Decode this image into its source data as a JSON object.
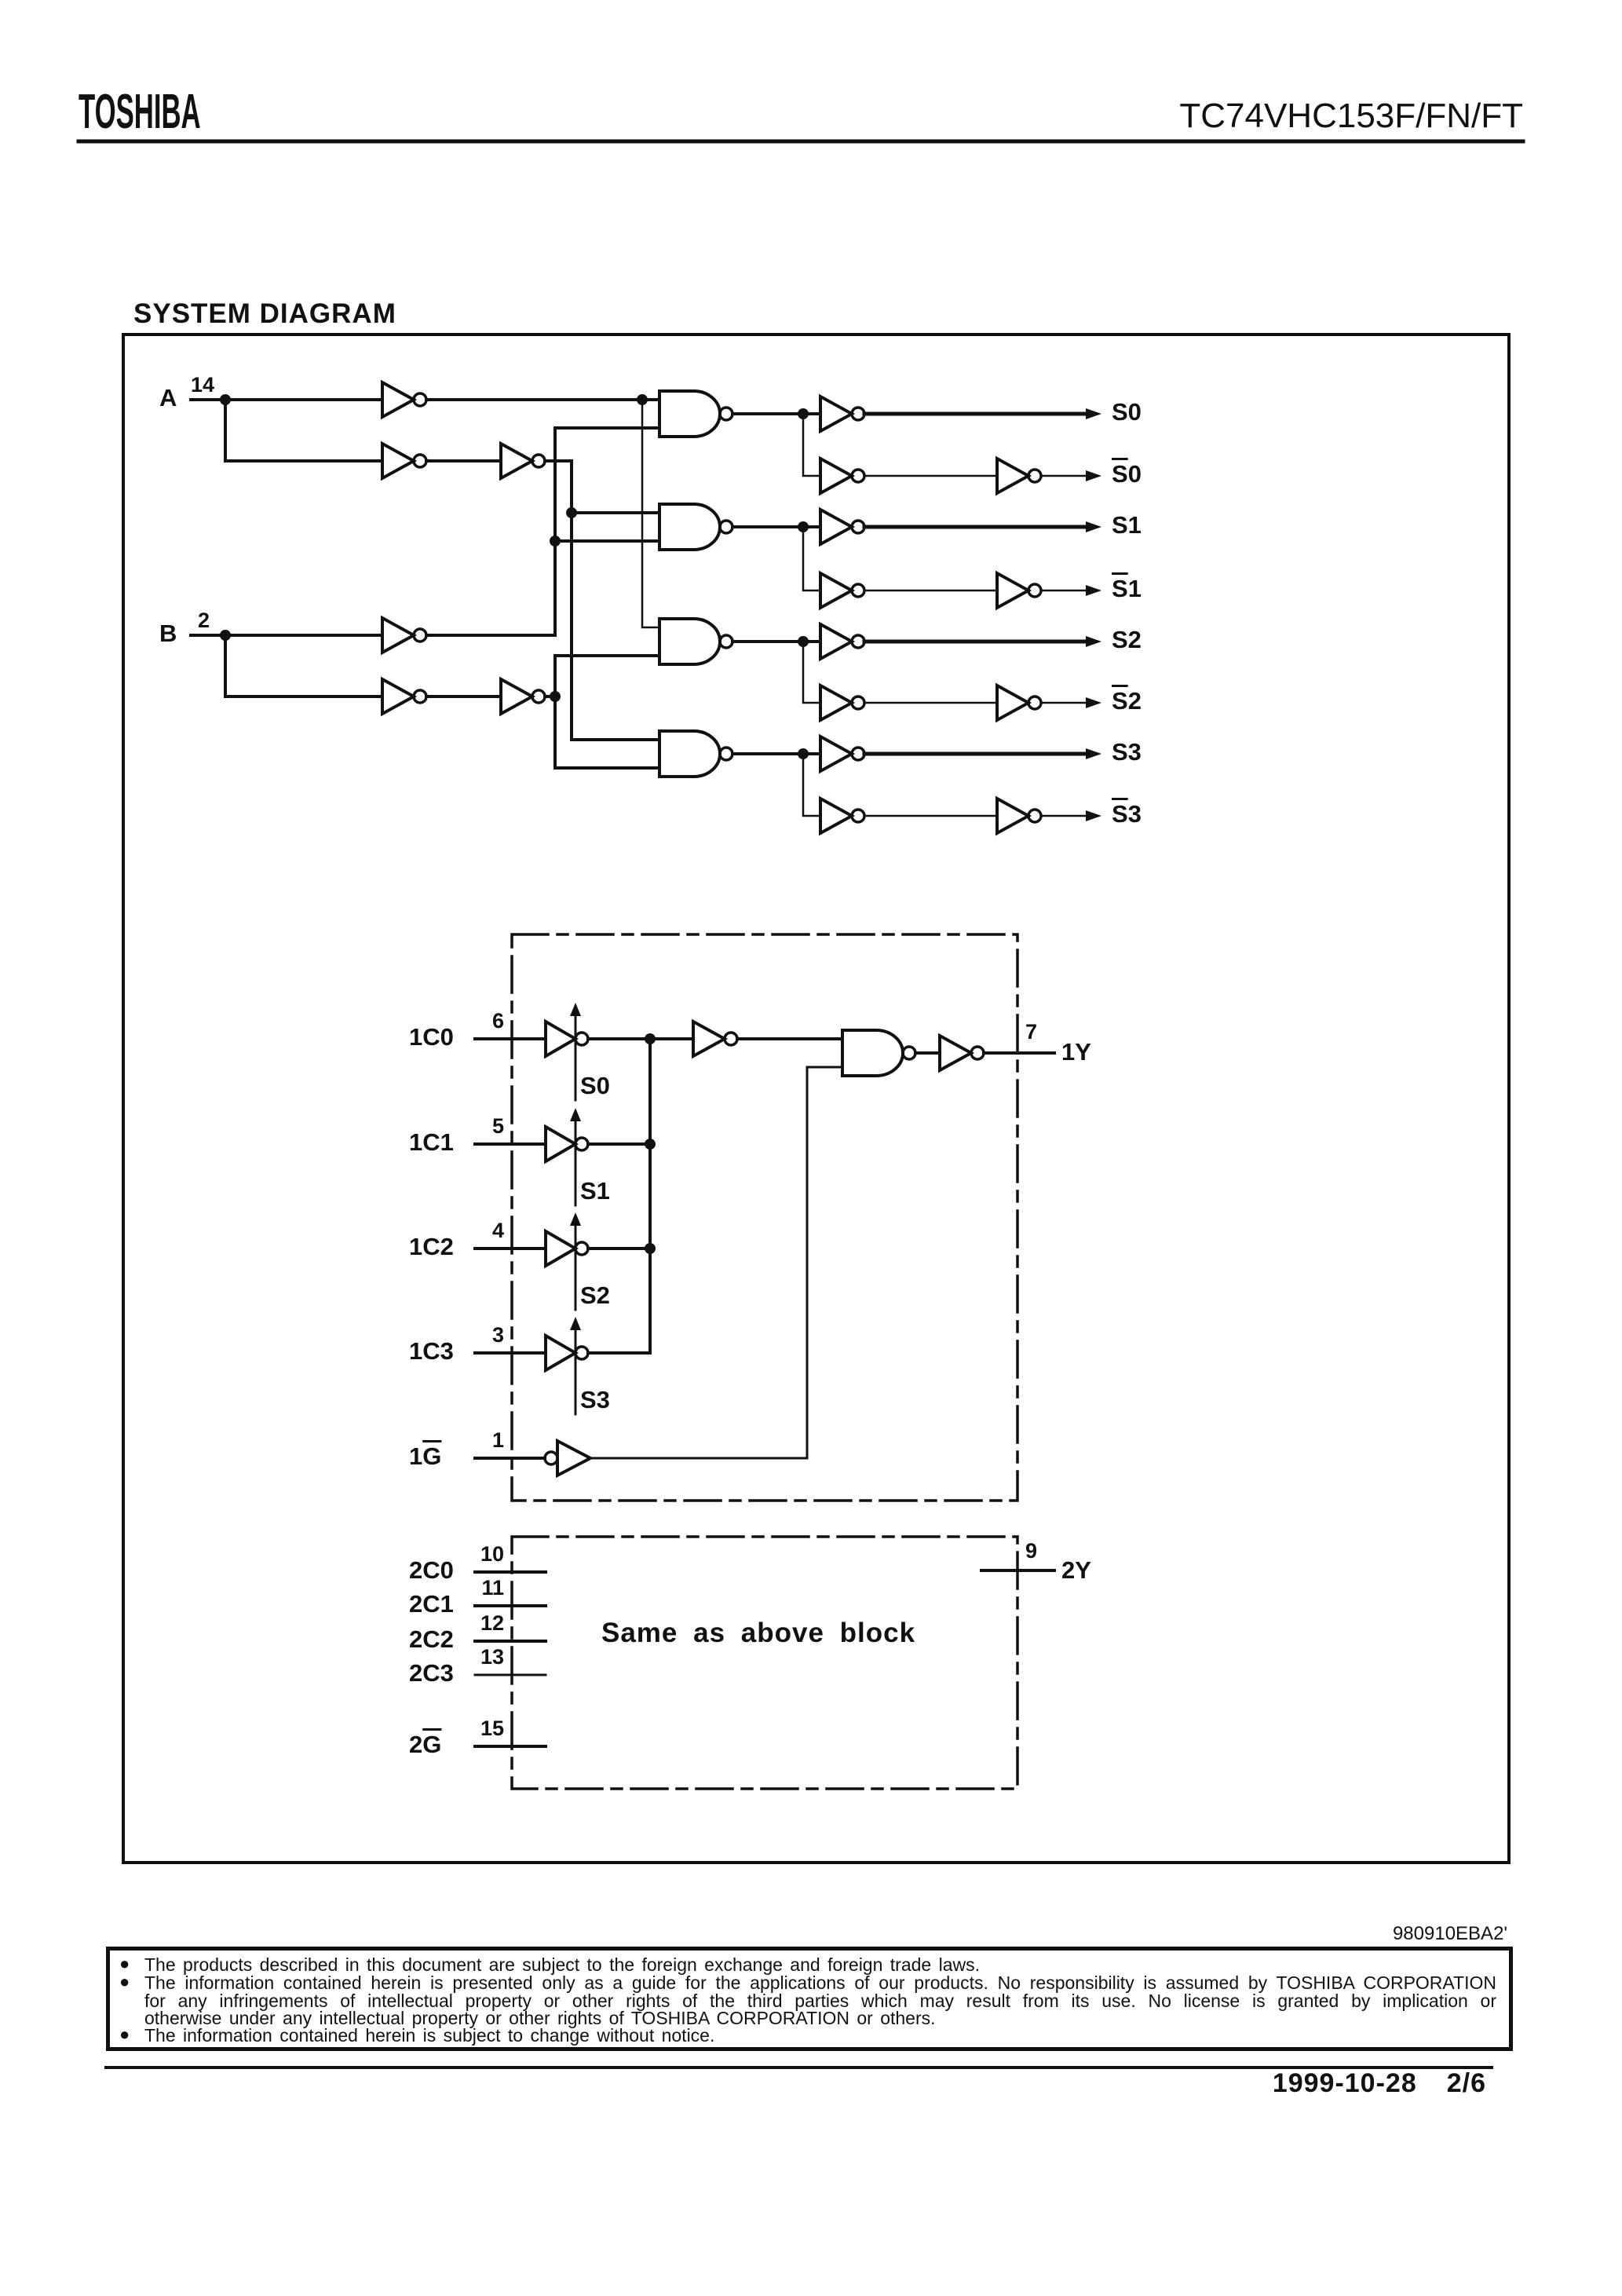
{
  "header": {
    "logo": "TOSHIBA",
    "title": "TC74VHC153F/FN/FT"
  },
  "section": {
    "title": "SYSTEM DIAGRAM"
  },
  "decoder": {
    "input_a": {
      "label": "A",
      "pin": "14"
    },
    "input_b": {
      "label": "B",
      "pin": "2"
    },
    "outputs": [
      "S0",
      "S1",
      "S2",
      "S3"
    ],
    "outputs_bar": [
      {
        "bar": "S",
        "num": "0"
      },
      {
        "bar": "S",
        "num": "1"
      },
      {
        "bar": "S",
        "num": "2"
      },
      {
        "bar": "S",
        "num": "3"
      }
    ]
  },
  "mux1": {
    "rows": [
      {
        "label": "1C0",
        "pin": "6",
        "select": "S0"
      },
      {
        "label": "1C1",
        "pin": "5",
        "select": "S1"
      },
      {
        "label": "1C2",
        "pin": "4",
        "select": "S2"
      },
      {
        "label": "1C3",
        "pin": "3",
        "select": "S3"
      }
    ],
    "enable": {
      "pre": "1",
      "bar": "G",
      "pin": "1"
    },
    "output": {
      "label": "1Y",
      "pin": "7"
    }
  },
  "mux2": {
    "rows": [
      {
        "label": "2C0",
        "pin": "10"
      },
      {
        "label": "2C1",
        "pin": "11"
      },
      {
        "label": "2C2",
        "pin": "12"
      },
      {
        "label": "2C3",
        "pin": "13"
      }
    ],
    "enable": {
      "pre": "2",
      "bar": "G",
      "pin": "15"
    },
    "note": "Same as above block",
    "output": {
      "label": "2Y",
      "pin": "9"
    }
  },
  "footer": {
    "doc_code": "980910EBA2'",
    "bullet": "●",
    "lines": [
      "The products described in this document are subject to the foreign exchange and foreign trade laws.",
      "The information contained herein is presented only as a guide for the applications of our products. No responsibility is assumed by TOSHIBA CORPORATION",
      "for any infringements of intellectual property or other rights of the third parties which may result from its use. No license is granted by implication or",
      "otherwise under any intellectual property or other rights of TOSHIBA CORPORATION or others.",
      "The information contained herein is subject to change without notice."
    ],
    "date": "1999-10-28",
    "page_num": "2/6"
  }
}
